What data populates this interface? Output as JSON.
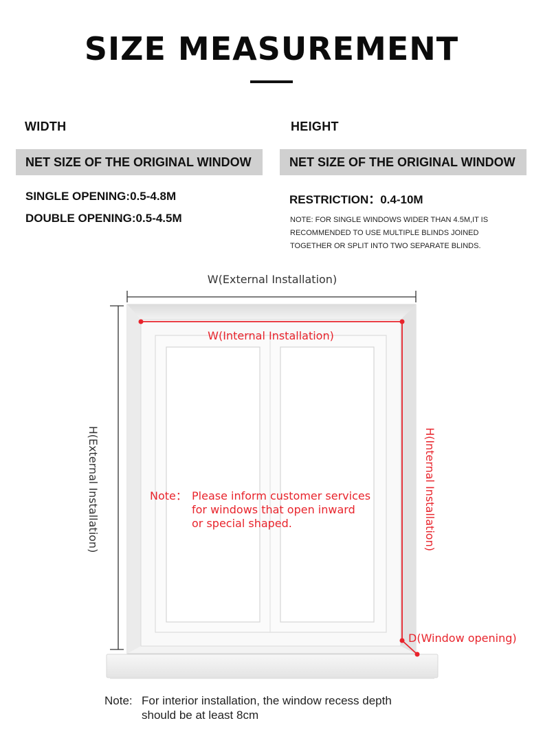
{
  "header": {
    "title": "SIZE MEASUREMENT"
  },
  "width_col": {
    "label": "WIDTH",
    "band": "NET SIZE OF THE ORIGINAL WINDOW",
    "single": "SINGLE OPENING:0.5-4.8M",
    "double": "DOUBLE OPENING:0.5-4.5M"
  },
  "height_col": {
    "label": "HEIGHT",
    "band": "NET SIZE OF THE ORIGINAL WINDOW",
    "restriction": "RESTRICTION：0.4-10M",
    "note_line1": "NOTE: FOR SINGLE WINDOWS WIDER THAN 4.5M,IT IS",
    "note_line2": "RECOMMENDED TO USE MULTIPLE BLINDS JOINED",
    "note_line3": "TOGETHER OR SPLIT INTO TWO SEPARATE BLINDS."
  },
  "diagram": {
    "w_external": "W(External Installation)",
    "w_internal": "W(Internal Installation)",
    "h_external": "H(External Installation)",
    "h_internal": "H(Internal Installation)",
    "d_opening": "D(Window opening)",
    "note_label": "Note：",
    "note_line1": "Please inform customer services",
    "note_line2": "for windows that open inward",
    "note_line3": "or special shaped.",
    "colors": {
      "red": "#e8242c",
      "dark": "#333333"
    }
  },
  "bottom_note": {
    "label": "Note:",
    "line1": "For interior installation, the window recess depth",
    "line2": "should be at least 8cm"
  }
}
